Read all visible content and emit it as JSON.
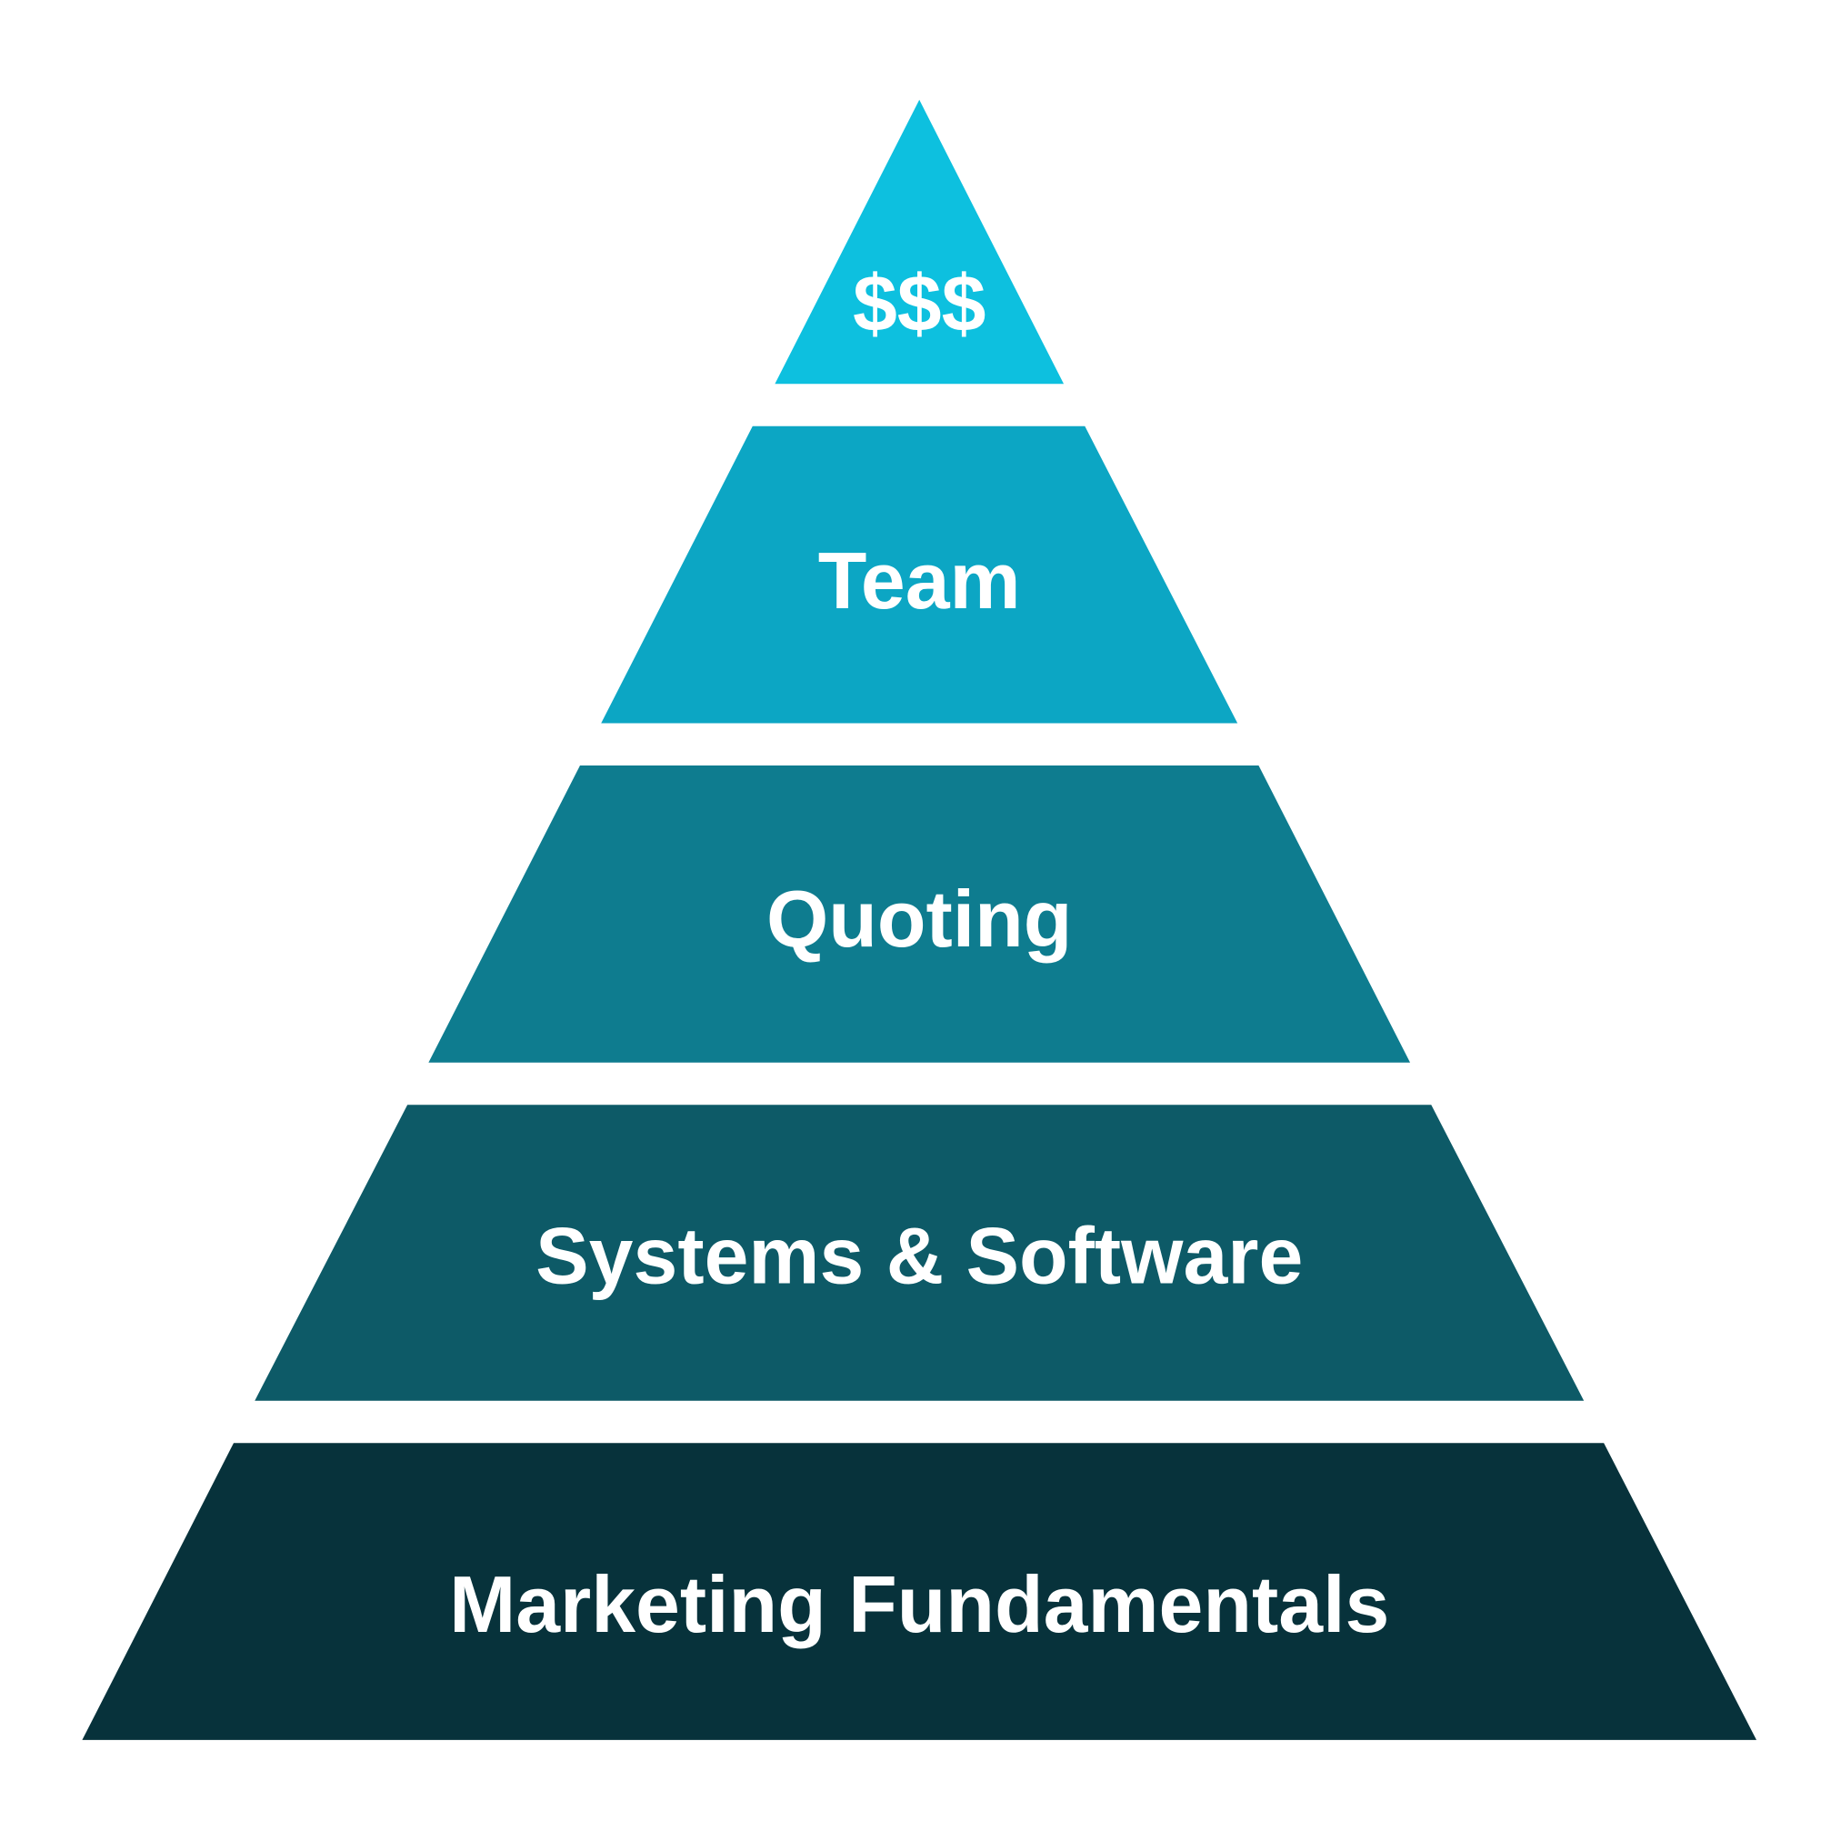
{
  "pyramid": {
    "tiers": [
      {
        "label": "$$$",
        "color": "#0DC0DF"
      },
      {
        "label": "Team",
        "color": "#0CA6C4"
      },
      {
        "label": "Quoting",
        "color": "#0E7C8F"
      },
      {
        "label": "Systems & Software",
        "color": "#0D5A67"
      },
      {
        "label": "Marketing Fundamentals",
        "color": "#07323B"
      }
    ]
  }
}
